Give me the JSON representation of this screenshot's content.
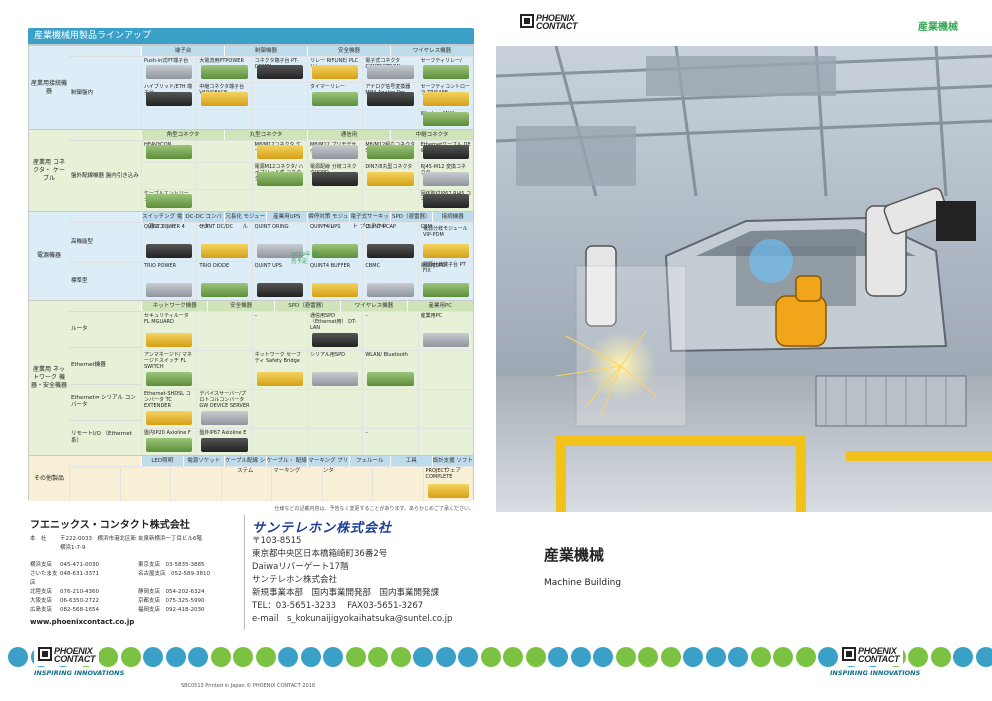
{
  "left": {
    "lineup_title": "産業機械用製品ラインアップ",
    "sections": [
      {
        "label": "産業用接続機器",
        "subs": [
          "制御盤内"
        ],
        "heads": [
          "端子台",
          "制御機器",
          "安全機器",
          "ワイヤレス機器"
        ],
        "cells": [
          "Push-in式PT端子台",
          "大電流用PTPOWER",
          "コネクタ端子台 PT-COMBI",
          "リレー RIFLINE/ PLCリレー",
          "電子式コネクタ CONTACTRON",
          "セーフティリレー/",
          "ハイブリッド/ETH 端子台",
          "中継コネクタ端子台 VARIOFACE",
          "",
          "タイマーリレー",
          "アナログ信号変換器 MINI Analog Pro",
          "セーフティコントローラ TRISAFE",
          "",
          "",
          "",
          "",
          "",
          "Wireless MUX"
        ]
      },
      {
        "label": "産業用 コネクタ・ ケーブル",
        "subs": [
          "盤外配線機器 盤内引き込み"
        ],
        "heads": [
          "角型コネクタ",
          "丸型コネクタ",
          "通信用",
          "中継コネクタ"
        ],
        "cells": [
          "HEAVYCON",
          "",
          "M8/M12コネクタ ケーブル SAC",
          "M8/M12 プリモデサポート SACB",
          "M8/M12組立コネクタ SACC",
          "Ethernetケーブル DE & RJ45",
          "",
          "",
          "電源M12コネクタ/ ハイブリッド式 コネクタ",
          "電源配線 分岐コネクタPQPD",
          "DIN7/8丸型コネクタ",
          "RJ45-M12 変換コネクタ",
          "ケーブルエントリー システム CES",
          "",
          "",
          "",
          "",
          "固体取付IP67 RJ45 コネクタVARIOSUB"
        ]
      },
      {
        "label": "電源機器",
        "subs": [
          "高機能型",
          "標準型"
        ],
        "heads": [
          "スイッチング 電源ユニット",
          "DC-DC コンバータ",
          "冗長化 モジュール",
          "産業用UPS",
          "瞬停対策 モジュール",
          "電子式サーキット プロテクタ",
          "SPD（避雷器）",
          "接続機器"
        ],
        "cells": [
          "QUINT POWER 4",
          "QUINT DC/DC",
          "QUINT ORING",
          "QUINT4 UPS",
          "QUINT4 CAP",
          "CBM",
          "TRIO POWER",
          "TRIO DIODE",
          "QUINT UPS",
          "QUINT4 BUFFER",
          "CBMC",
          "電源用SPD"
        ],
        "note": "2019年 発売予定",
        "extra": [
          "電源分岐モジュール VIP-PDM",
          "電源分岐端子台 PT FIX"
        ]
      },
      {
        "label": "産業用 ネットワーク 機器・安全機器",
        "subs": [
          "ルータ",
          "Ethernet機器",
          "Ethernet⇔ シリアル コンバータ",
          "リモートI/O （Ethernet系）"
        ],
        "heads": [
          "ネットワーク機器",
          "安全機器",
          "SPD（避雷器）",
          "ワイヤレス機器",
          "産業用PC"
        ],
        "cells": [
          "セキュリティルータ FL MGUARD",
          "",
          "–",
          "通信用SPD（Ethernet用） DT-LAN",
          "–",
          "産業用PC",
          "アンマネージド/ マネージドスイッチ FL SWITCH",
          "",
          "ネットワーク セーフティ Safety Bridge",
          "シリアル用SPD",
          "WLAN/ Bluetooth",
          "",
          "Ethernet-SHDSL コンバータ TC EXTENDER",
          "デバイスサーバー/プロトコルコンバータ GW DEVICE SERVER",
          "",
          "",
          "",
          "",
          "盤内IP20 Axioline F",
          "盤外IP67 Axioline E",
          "",
          "",
          "–",
          ""
        ]
      },
      {
        "label": "その他製品",
        "subs": [],
        "heads": [
          "LED照明",
          "電源ソケット",
          "ケーブル配線 システム",
          "ケーブル・ 配線マーキング",
          "マーキング プリンタ",
          "フェルール",
          "工具",
          "設計支援 ソフトウェア"
        ],
        "cells": [
          "",
          "",
          "",
          "",
          "",
          "",
          "",
          "PROJECT COMPLETE"
        ]
      }
    ],
    "footnote": "仕様などの記載内容は、予告なく変更することがあります。あらかじめご了承ください。",
    "company": "フエニックス・コンタクト株式会社",
    "offices": [
      [
        "本　社",
        "〒222-0033　横浜市港北区新横浜1-7-9",
        "友泉新横浜一丁目ビル6階"
      ],
      [
        "横浜支店",
        "045-471-0030",
        "東京支店　03-5835-3885"
      ],
      [
        "さいたま支店",
        "048-631-3371",
        "名古屋支店　052-589-3810"
      ],
      [
        "北陸支店",
        "076-210-4360",
        "静岡支店　054-202-6324"
      ],
      [
        "大阪支店",
        "06-6350-2722",
        "京都支店　075-325-5990"
      ],
      [
        "広島支店",
        "082-568-1654",
        "福岡支店　092-418-2030"
      ]
    ],
    "website": "www.phoenixcontact.co.jp",
    "dealer": {
      "name": "サンテレホン株式会社",
      "lines": [
        "〒103-8515",
        "東京都中央区日本橋箱崎町36番2号",
        "Daiwaリバーゲート17階",
        "サンテレホン株式会社",
        "新規事業本部　国内事業開発部　国内事業開発課",
        "TEL：03-5651-3233　 FAX03-5651-3267",
        "e-mail　s_kokunaijigyokaihatsuka@suntel.co.jp"
      ]
    },
    "logo_text_1": "PHOENIX",
    "logo_text_2": "CONTACT",
    "tagline": "INSPIRING INNOVATIONS",
    "print_line": "SBC0513 Printed in Japan © PHOENIX CONTACT 2018"
  },
  "right": {
    "header_title": "産業機械",
    "logo_text_1": "PHOENIX",
    "logo_text_2": "CONTACT",
    "cover_title": "産業機械",
    "cover_subtitle": "Machine Building",
    "tagline": "INSPIRING INNOVATIONS"
  },
  "colors": {
    "teal": "#3aa0c8",
    "green": "#7cc242",
    "brand_teal": "#0b6e8a",
    "title_green": "#3aa85a",
    "section_bg": [
      "#dcedf7",
      "#e6f1d8",
      "#dcedf7",
      "#e6f1d8",
      "#f7f0d6"
    ]
  }
}
